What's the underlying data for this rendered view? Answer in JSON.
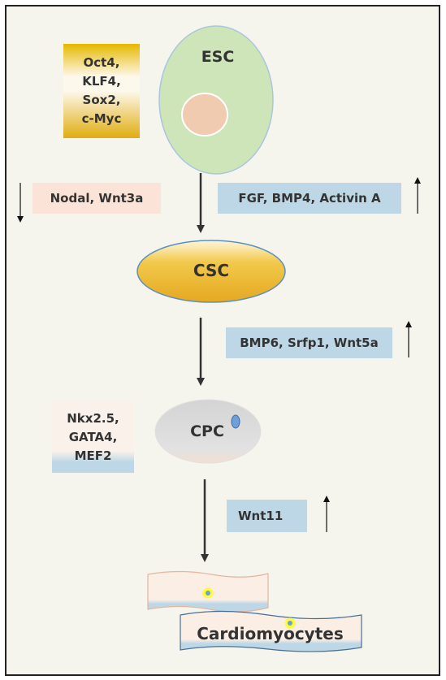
{
  "esc": {
    "label": "ESC"
  },
  "reprogramming_factors": [
    "Oct4,",
    "KLF4,",
    "Sox2,",
    "c-Myc"
  ],
  "step1": {
    "down_label": "Nodal, Wnt3a",
    "up_label": "FGF, BMP4, Activin A"
  },
  "csc": {
    "label": "CSC"
  },
  "step2": {
    "up_label": "BMP6, Srfp1, Wnt5a"
  },
  "cpc": {
    "label": "CPC"
  },
  "cpc_markers": [
    "Nkx2.5,",
    "GATA4,",
    "MEF2"
  ],
  "step3": {
    "up_label": "Wnt11"
  },
  "cardio": {
    "label": "Cardiomyocytes"
  },
  "colors": {
    "esc_fill": "#cde5b8",
    "nucleus": "#f0cbb0",
    "csc_fill": "#f2c94c",
    "cpc_fill": "#d6d6d6",
    "blue_box": "#bdd7e6",
    "pink_box": "#fbe3d8"
  }
}
